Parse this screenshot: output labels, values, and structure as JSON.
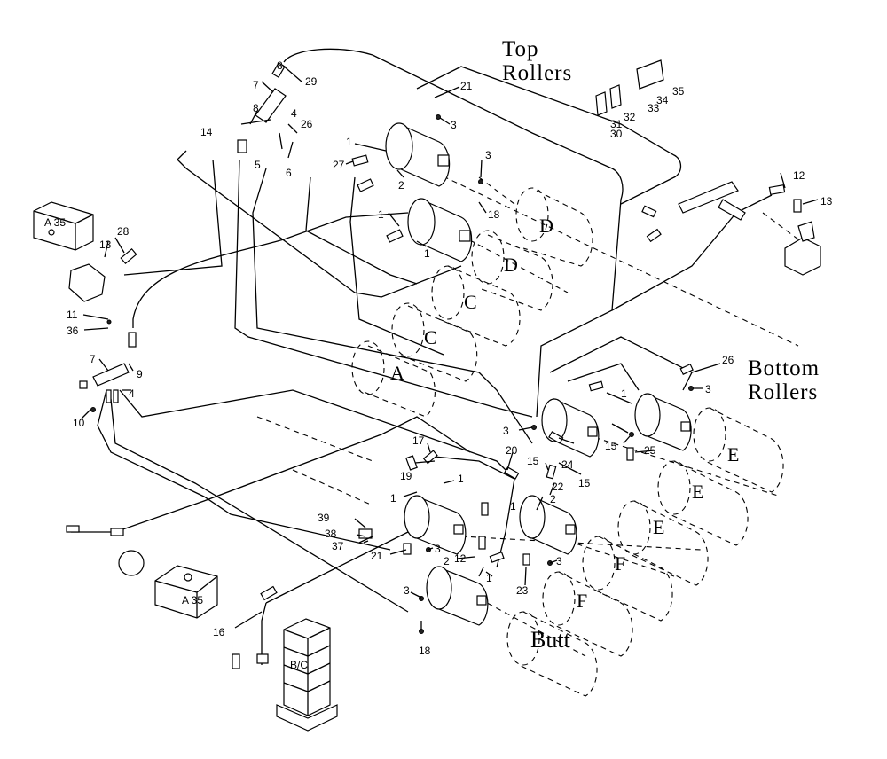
{
  "headings": {
    "top_rollers": [
      "Top",
      "Rollers"
    ],
    "bottom_rollers": [
      "Bottom",
      "Rollers"
    ]
  },
  "roller_labels": {
    "D1": "D",
    "D2": "D",
    "C1": "C",
    "C2": "C",
    "A": "A",
    "E1": "E",
    "E2": "E",
    "E3": "E",
    "F1": "F",
    "F2": "F",
    "butt": "Butt"
  },
  "block_labels": {
    "upper_block": "A 35",
    "lower_block": "A 35",
    "stack": "B/C"
  },
  "callouts": [
    "1",
    "2",
    "3",
    "4",
    "5",
    "6",
    "7",
    "8",
    "9",
    "10",
    "11",
    "12",
    "13",
    "14",
    "15",
    "16",
    "17",
    "18",
    "19",
    "20",
    "21",
    "22",
    "23",
    "24",
    "25",
    "26",
    "27",
    "28",
    "29",
    "30",
    "31",
    "32",
    "33",
    "34",
    "35",
    "36",
    "37",
    "38",
    "39"
  ]
}
